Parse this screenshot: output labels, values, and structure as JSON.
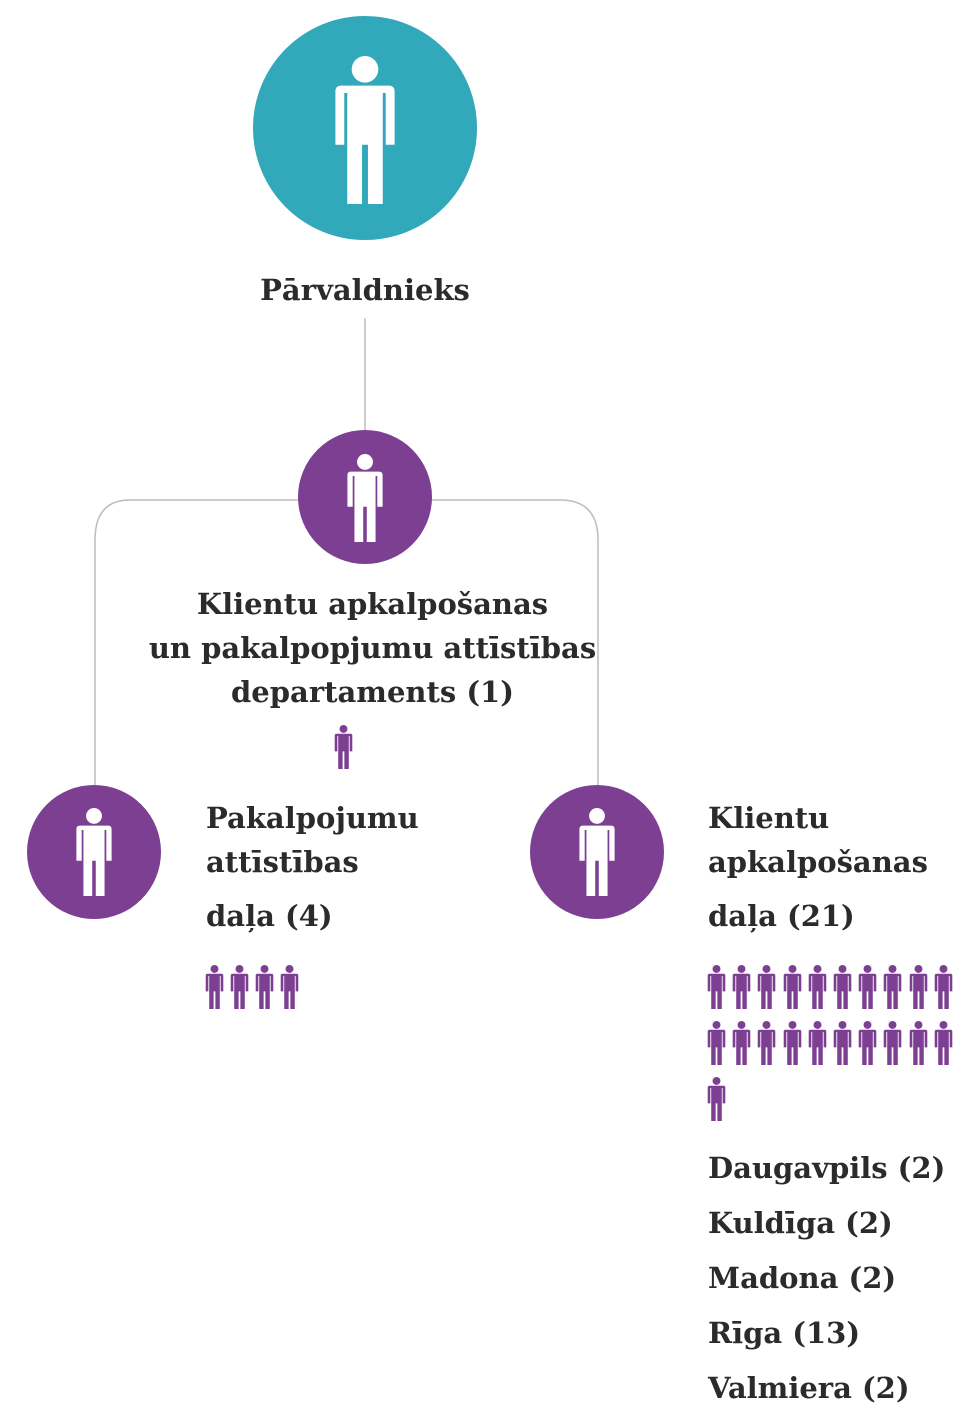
{
  "colors": {
    "top": "#31a9bb",
    "dept": "#7d3f92",
    "line": "#bdbdbd",
    "icon": "#ffffff"
  },
  "nodes": {
    "manager": {
      "label": "Pārvaldnieks",
      "icon": "person-icon"
    },
    "department": {
      "lines": [
        "Klientu apkalpošanas",
        "un pakalpopjumu attīstības",
        "departaments (1)"
      ],
      "staff": 1,
      "icon": "person-icon"
    },
    "service_dev": {
      "lines": [
        "Pakalpojumu",
        "attīstības",
        "daļa (4)"
      ],
      "staff": 4,
      "icon": "person-icon"
    },
    "customer_service": {
      "lines": [
        "Klientu",
        "apkalpošanas",
        "daļa (21)"
      ],
      "staff": 21,
      "icon": "person-icon",
      "locations": [
        "Daugavpils (2)",
        "Kuldīga (2)",
        "Madona (2)",
        "Rīga (13)",
        "Valmiera (2)"
      ]
    }
  }
}
